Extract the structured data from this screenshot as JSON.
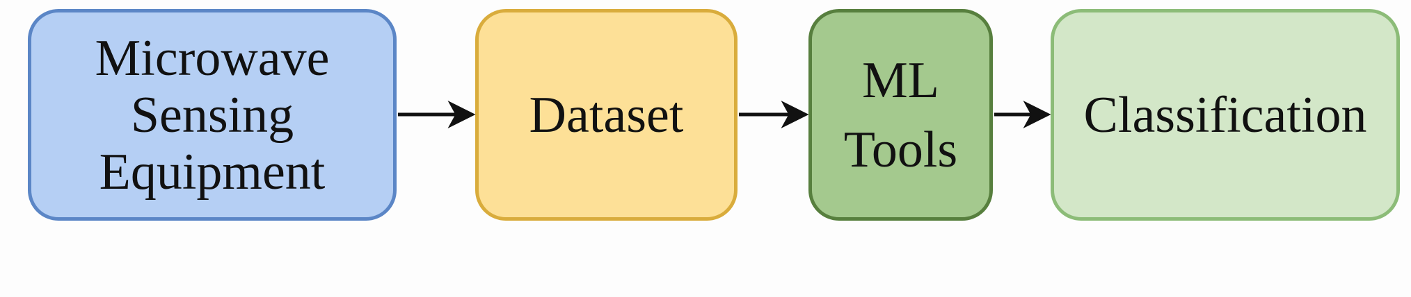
{
  "diagram": {
    "nodes": [
      {
        "id": "node-1",
        "label": "Microwave\nSensing\nEquipment",
        "fill": "#b5cff4",
        "border": "#5b86c6"
      },
      {
        "id": "node-2",
        "label": "Dataset",
        "fill": "#fde097",
        "border": "#d9ac3c"
      },
      {
        "id": "node-3",
        "label": "ML\nTools",
        "fill": "#a4c98e",
        "border": "#577f3e"
      },
      {
        "id": "node-4",
        "label": "Classification",
        "fill": "#d3e7c8",
        "border": "#8cbc78"
      }
    ],
    "edges": [
      {
        "from": "node-1",
        "to": "node-2"
      },
      {
        "from": "node-2",
        "to": "node-3"
      },
      {
        "from": "node-3",
        "to": "node-4"
      }
    ],
    "arrow_color": "#111111"
  }
}
